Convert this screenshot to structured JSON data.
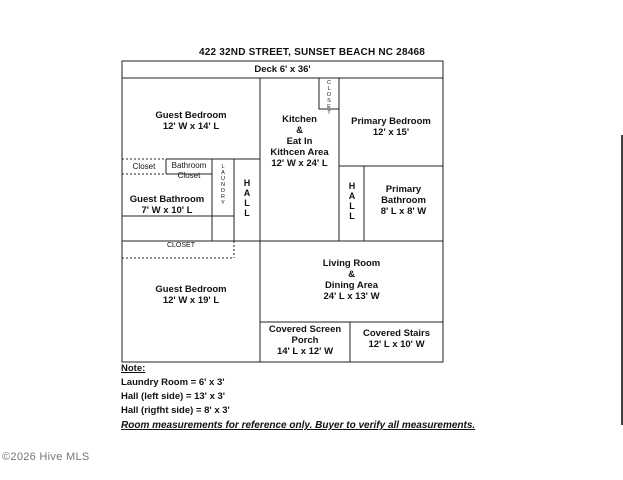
{
  "title": "422 32ND STREET, SUNSET BEACH NC 28468",
  "rooms": {
    "deck": "Deck 6' x 36'",
    "guest_bedroom_1": {
      "name": "Guest Bedroom",
      "size": "12' W x 14' L"
    },
    "kitchen": {
      "line1": "Kitchen",
      "line2": "&",
      "line3": "Eat In",
      "line4": "Kithcen Area",
      "size": "12' W x 24' L"
    },
    "closet_top": [
      "C",
      "L",
      "O",
      "S",
      "E",
      "T"
    ],
    "primary_bedroom": {
      "name": "Primary Bedroom",
      "size": "12' x 15'"
    },
    "closet_left": "Closet",
    "bathroom_closet": {
      "line1": "Bathroom",
      "line2": "Closet"
    },
    "laundry": [
      "L",
      "A",
      "U",
      "N",
      "D",
      "R",
      "Y"
    ],
    "hall_left": [
      "H",
      "A",
      "L",
      "L"
    ],
    "guest_bathroom": {
      "name": "Guest Bathroom",
      "size": "7' W x 10' L"
    },
    "hall_right": [
      "H",
      "A",
      "L",
      "L"
    ],
    "primary_bathroom": {
      "line1": "Primary",
      "line2": "Bathroom",
      "size": "8' L x 8' W"
    },
    "closet_bottom": "CLOSET",
    "guest_bedroom_2": {
      "name": "Guest Bedroom",
      "size": "12' W x 19' L"
    },
    "living_room": {
      "line1": "Living Room",
      "line2": "&",
      "line3": "Dining Area",
      "size": "24' L x 13' W"
    },
    "screen_porch": {
      "line1": "Covered Screen",
      "line2": "Porch",
      "size": "14' L x 12' W"
    },
    "covered_stairs": {
      "name": "Covered Stairs",
      "size": "12' L x 10' W"
    }
  },
  "notes": {
    "heading": "Note:",
    "items": [
      "Laundry Room = 6' x 3'",
      "Hall (left side) = 13' x 3'",
      "Hall (rigfht side) = 8' x 3'"
    ]
  },
  "disclaimer": "Room measurements for reference only. Buyer to verify all measurements.",
  "watermark": "©2026 Hive MLS"
}
